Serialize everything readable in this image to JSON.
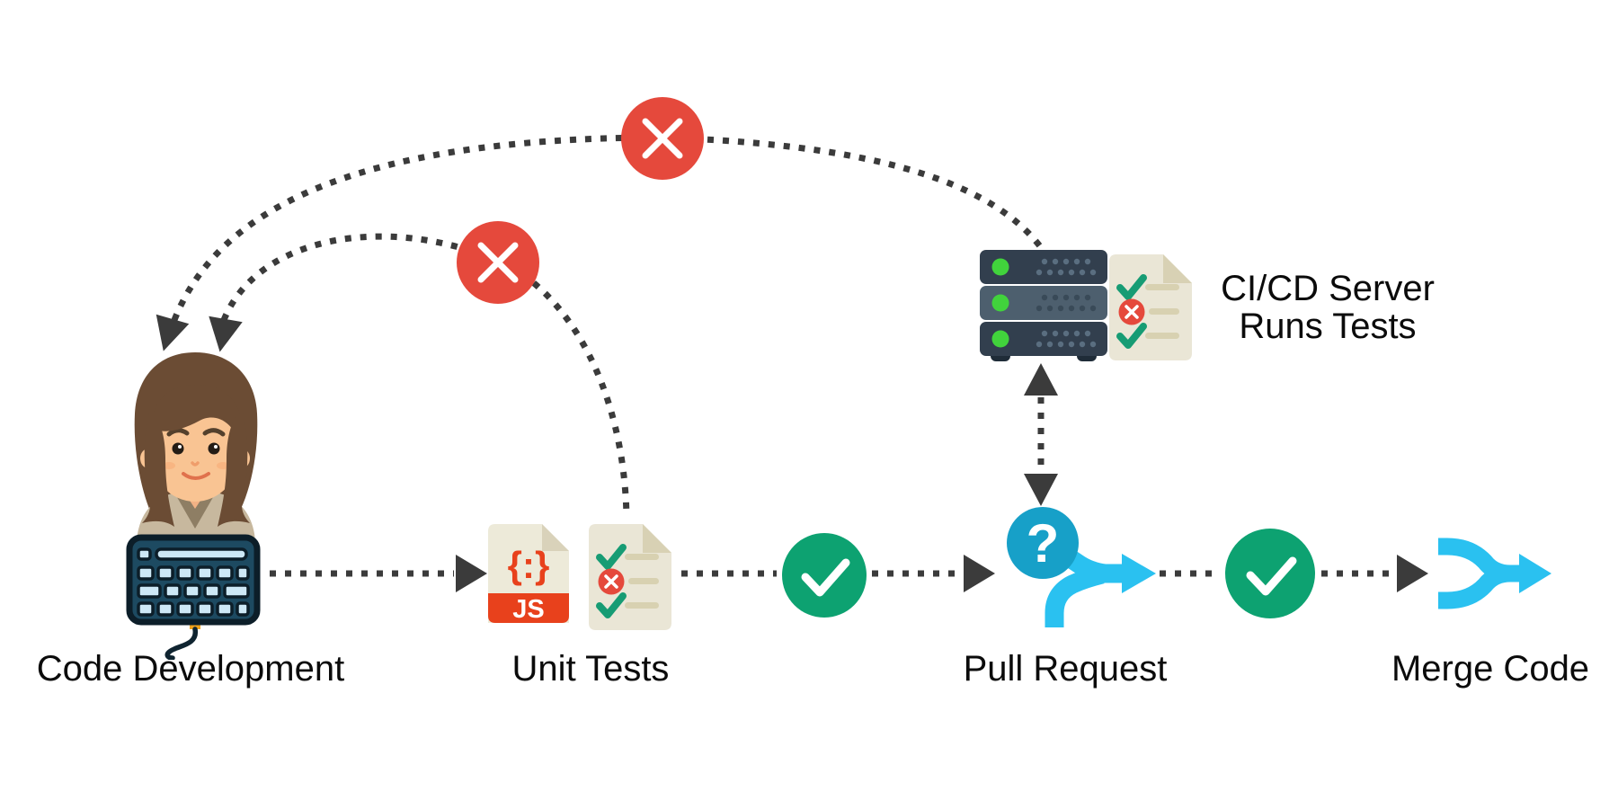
{
  "diagram": {
    "labels": {
      "code_development": "Code Development",
      "unit_tests": "Unit Tests",
      "pull_request": "Pull Request",
      "merge_code": "Merge Code",
      "cicd_line1": "CI/CD Server",
      "cicd_line2": "Runs Tests"
    },
    "glyphs": {
      "question_mark": "?",
      "js_badge": "JS",
      "json_symbol": "{:}"
    },
    "colors": {
      "background": "#ffffff",
      "connector": "#3b3b3b",
      "fail_red": "#e5493c",
      "pass_green": "#0da271",
      "check_green": "#179c74",
      "pr_question_blue": "#17a0c8",
      "merge_arrow_blue": "#2ac1f0",
      "js_orange": "#e8411c",
      "paper": "#eae6d6",
      "paper_fold": "#d8d1b4",
      "paper_line": "#d8d1b1",
      "server_dark": "#323f4e",
      "server_mid": "#4d5f6e",
      "led_green": "#41d33c"
    },
    "nodes": [
      {
        "id": "code-development",
        "label": "Code Development"
      },
      {
        "id": "unit-tests",
        "label": "Unit Tests"
      },
      {
        "id": "pull-request",
        "label": "Pull Request"
      },
      {
        "id": "cicd-server",
        "label": "CI/CD Server Runs Tests"
      },
      {
        "id": "merge-code",
        "label": "Merge Code"
      }
    ],
    "edges": [
      {
        "from": "code-development",
        "to": "unit-tests",
        "status": "next"
      },
      {
        "from": "unit-tests",
        "to": "pull-request",
        "status": "pass"
      },
      {
        "from": "pull-request",
        "to": "cicd-server",
        "status": "runs-tests",
        "bidirectional": true
      },
      {
        "from": "pull-request",
        "to": "merge-code",
        "status": "pass"
      },
      {
        "from": "unit-tests",
        "to": "code-development",
        "status": "fail"
      },
      {
        "from": "cicd-server",
        "to": "code-development",
        "status": "fail"
      }
    ]
  }
}
